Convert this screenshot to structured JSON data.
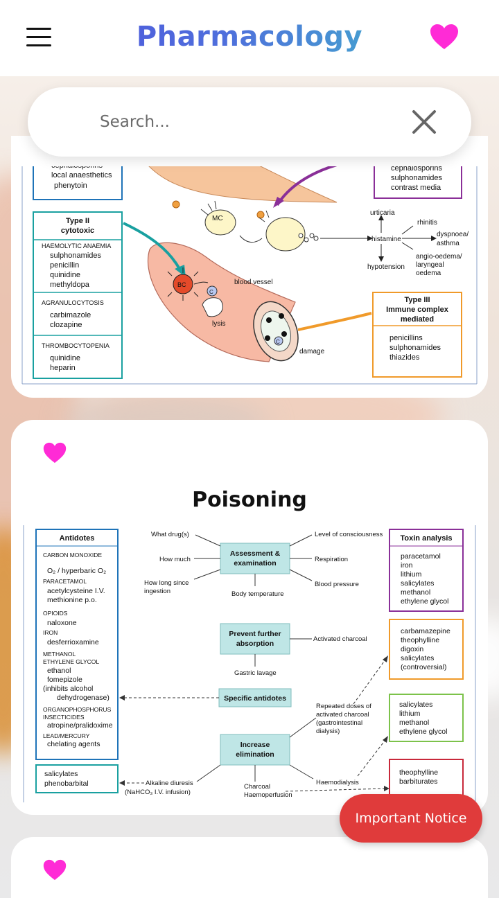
{
  "app": {
    "title": "Pharmacology"
  },
  "search": {
    "placeholder": "Search..."
  },
  "notice": {
    "label": "Important Notice"
  },
  "colors": {
    "accent": "#ff2bd6",
    "notice": "#e03b3b",
    "title_start": "#4e4ddc",
    "title_end": "#3dc6c6"
  },
  "icons": {
    "menu": "menu-icon",
    "favorite": "heart-icon",
    "clear": "close-icon"
  },
  "cards": [
    {
      "title": "",
      "figure": {
        "top_left_list": [
          "cephalosporins",
          "local anaesthetics",
          "phenytoin"
        ],
        "top_right_list": [
          "cephalosporins",
          "sulphonamides",
          "contrast media"
        ],
        "type2_title": "Type II",
        "type2_sub": "cytotoxic",
        "haemolytic": "HAEMOLYTIC ANAEMIA",
        "haemolytic_drugs": [
          "sulphonamides",
          "penicillin",
          "quinidine",
          "methyldopa"
        ],
        "agranulocytosis": "AGRANULOCYTOSIS",
        "agran_drugs": [
          "carbimazole",
          "clozapine"
        ],
        "thrombo": "THROMBOCYTOPENIA",
        "thrombo_drugs": [
          "quinidine",
          "heparin"
        ],
        "mc": "MC",
        "bc": "BC",
        "c": "C",
        "blood_vessel": "blood vessel",
        "lysis": "lysis",
        "damage": "damage",
        "urticaria": "urticaria",
        "rhinitis": "rhinitis",
        "histamine": "histamine",
        "dyspnoea": "dyspnoea/",
        "asthma": "asthma",
        "angio1": "angio-oedema/",
        "angio2": "laryngeal",
        "angio3": "oedema",
        "hypotension": "hypotension",
        "type3_a": "Type III",
        "type3_b": "Immune complex",
        "type3_c": "mediated",
        "type3_drugs": [
          "penicillins",
          "sulphonamides",
          "thiazides"
        ]
      }
    },
    {
      "title": "Poisoning",
      "figure": {
        "antidotes_title": "Antidotes",
        "antidotes": [
          {
            "h": "CARBON MONOXIDE",
            "d": [
              "O₂ / hyperbaric O₂"
            ]
          },
          {
            "h": "PARACETAMOL",
            "d": [
              "acetylcysteine I.V.",
              "methionine p.o."
            ]
          },
          {
            "h": "OPIOIDS",
            "d": [
              "naloxone"
            ]
          },
          {
            "h": "IRON",
            "d": [
              "desferrioxamine"
            ]
          },
          {
            "h": "METHANOL",
            "d": []
          },
          {
            "h": "ETHYLENE GLYCOL",
            "d": [
              "ethanol",
              "fomepizole",
              "(inhibits alcohol",
              "dehydrogenase)"
            ]
          },
          {
            "h": "ORGANOPHOSPHORUS",
            "d": []
          },
          {
            "h": "INSECTICIDES",
            "d": [
              "atropine/pralidoxime"
            ]
          },
          {
            "h": "LEAD/MERCURY",
            "d": [
              "chelating agents"
            ]
          }
        ],
        "alk_list": [
          "salicylates",
          "phenobarbital"
        ],
        "assessment": [
          "Assessment &",
          "examination"
        ],
        "what_drug": "What drug(s)",
        "how_much": "How much",
        "how_long1": "How long since",
        "how_long2": "ingestion",
        "body_temp": "Body temperature",
        "level": "Level of consciousness",
        "respiration": "Respiration",
        "bp": "Blood pressure",
        "prevent": [
          "Prevent further",
          "absorption"
        ],
        "activated": "Activated charcoal",
        "gastric": "Gastric lavage",
        "specific": "Specific antidotes",
        "increase": [
          "Increase",
          "elimination"
        ],
        "repeated": [
          "Repeated doses of",
          "activated charcoal",
          "(gastrointestinal",
          "dialysis)"
        ],
        "alkaline1": "Alkaline diuresis",
        "alkaline2": "(NaHCO₃ I.V. infusion)",
        "charcoal1": "Charcoal",
        "charcoal2": "Haemoperfusion",
        "haemodialysis": "Haemodialysis",
        "toxin_title": "Toxin analysis",
        "toxin_list": [
          "paracetamol",
          "iron",
          "lithium",
          "salicylates",
          "methanol",
          "ethylene glycol"
        ],
        "charcoal_list": [
          "carbamazepine",
          "theophylline",
          "digoxin",
          "salicylates",
          "(controversial)"
        ],
        "dialysis_list": [
          "salicylates",
          "lithium",
          "methanol",
          "ethylene glycol"
        ],
        "perfusion_list": [
          "theophylline",
          "barbiturates"
        ]
      }
    },
    {
      "title": ""
    }
  ]
}
